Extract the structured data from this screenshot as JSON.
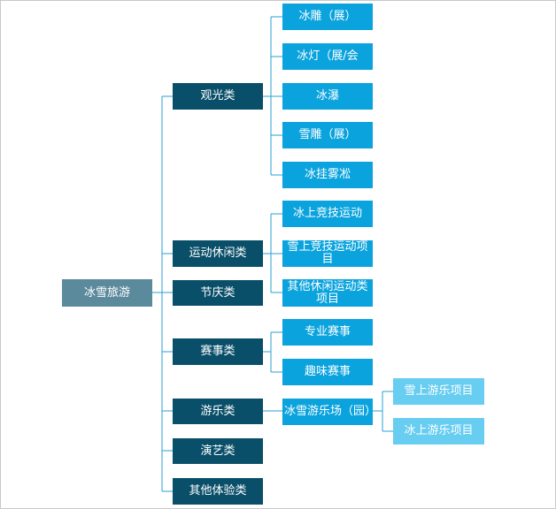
{
  "root": {
    "label": "冰雪旅游"
  },
  "categories": [
    {
      "label": "观光类"
    },
    {
      "label": "运动休闲类"
    },
    {
      "label": "节庆类"
    },
    {
      "label": "赛事类"
    },
    {
      "label": "游乐类"
    },
    {
      "label": "演艺类"
    },
    {
      "label": "其他体验类"
    }
  ],
  "sightseeing_items": [
    {
      "label": "冰雕（展）"
    },
    {
      "label": "冰灯（展/会"
    },
    {
      "label": "冰瀑"
    },
    {
      "label": "雪雕（展）"
    },
    {
      "label": "冰挂雾凇"
    }
  ],
  "sports_items": [
    {
      "label": "冰上竞技运动"
    },
    {
      "label": "雪上竞技运动项目"
    },
    {
      "label": "其他休闲运动类项目"
    }
  ],
  "event_items": [
    {
      "label": "专业赛事"
    },
    {
      "label": "趣味赛事"
    }
  ],
  "amusement_items": [
    {
      "label": "冰雪游乐场（园）"
    }
  ],
  "park_items": [
    {
      "label": "雪上游乐项目"
    },
    {
      "label": "冰上游乐项目"
    }
  ],
  "colors": {
    "root": "#5b8a9d",
    "level1": "#0a4f69",
    "level2": "#0aa3dd",
    "level3": "#67cdf1",
    "connector": "#2a9fd6"
  }
}
